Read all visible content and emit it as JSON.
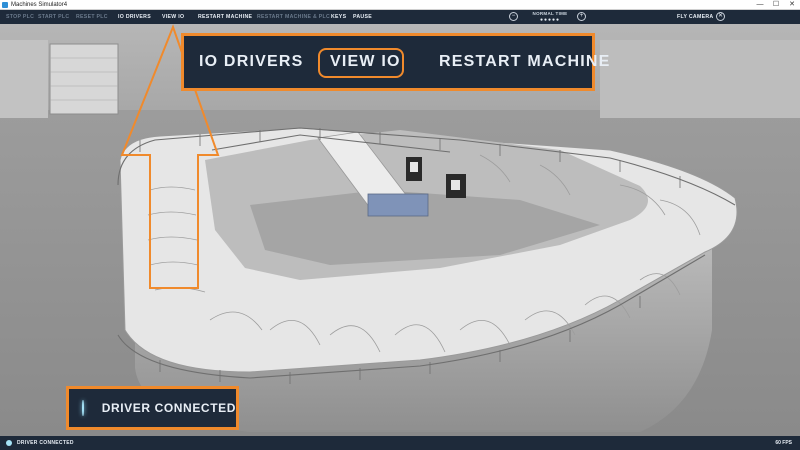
{
  "window": {
    "title": "Machines Simulator4",
    "minimize": "—",
    "maximize": "☐",
    "close": "✕"
  },
  "menu": {
    "stop_plc": "STOP PLC",
    "start_plc": "START PLC",
    "reset_plc": "RESET PLC",
    "io_drivers": "IO DRIVERS",
    "view_io": "VIEW IO",
    "restart_machine": "RESTART MACHINE",
    "restart_machine_plc": "RESTART MACHINE & PLC",
    "keys": "KEYS",
    "pause": "PAUSE",
    "speed_label": "NORMAL TIME",
    "speed_dots": "●●●●●",
    "speed_decrease": "−",
    "speed_increase": "+",
    "fly_camera": "FLY CAMERA",
    "fly_camera_toggle": "✕",
    "disabled_color": "#6b7a8c"
  },
  "callout": {
    "io_drivers": "IO DRIVERS",
    "view_io": "VIEW IO",
    "restart_machine": "RESTART MACHINE",
    "accent": "#f08a2c"
  },
  "driver_callout": {
    "text": "DRIVER CONNECTED",
    "led_color": "#a6e3f7"
  },
  "status": {
    "driver": "DRIVER CONNECTED",
    "fps": "60 FPS"
  },
  "theme": {
    "bar_bg": "#1e2a3a",
    "text": "#e8eef5"
  }
}
